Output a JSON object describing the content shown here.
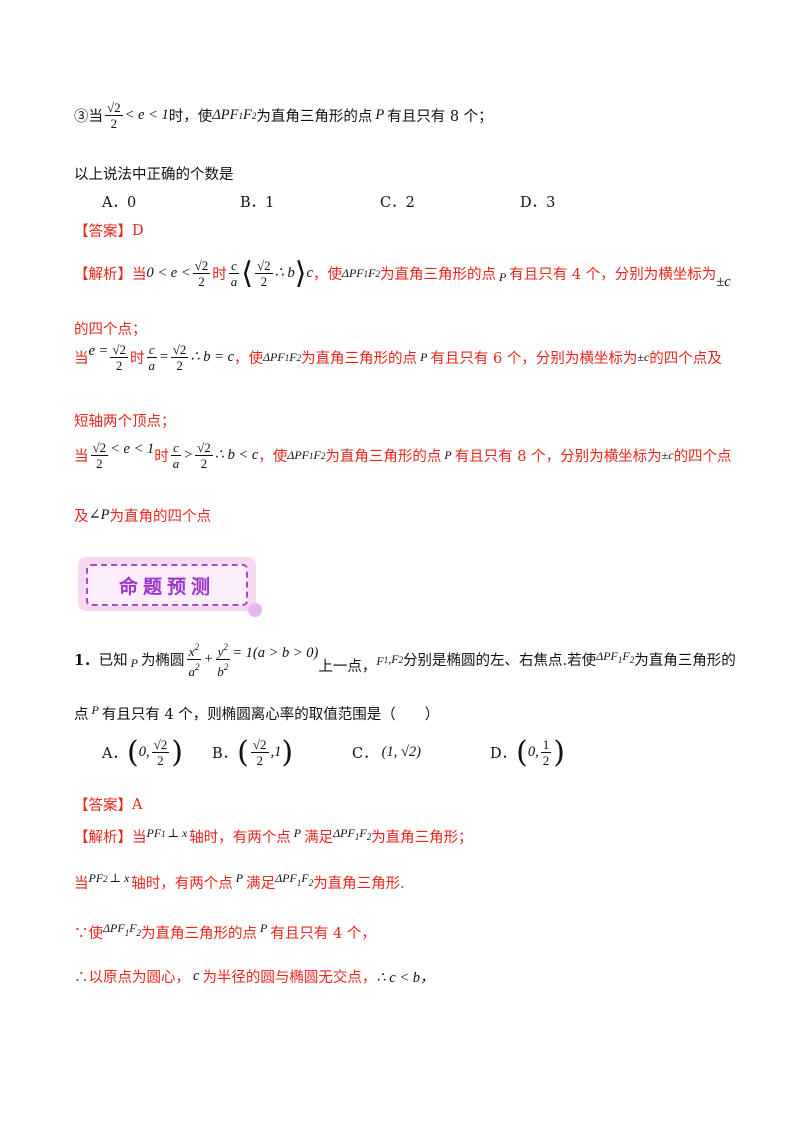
{
  "line1": {
    "circ": "③当",
    "frac_num": "√2",
    "frac_den": "2",
    "ineq": "< e < 1",
    "t1": "时，使",
    "tri": "ΔPF",
    "f1": "1",
    "f": "F",
    "f2": "2",
    "t2": "为直角三角形的点",
    "p": "P",
    "t3": "有且只有 8 个；"
  },
  "line2": {
    "text": "以上说法中正确的个数是"
  },
  "choices1": [
    {
      "label": "A．0"
    },
    {
      "label": "B．1"
    },
    {
      "label": "C．2"
    },
    {
      "label": "D．3"
    }
  ],
  "answer1": {
    "tag": "【答案】",
    "value": "D"
  },
  "analysis1": {
    "tag": "【解析】",
    "l1": {
      "a": "当",
      "b": "0 < e <",
      "num": "√2",
      "den": "2",
      "c": "时",
      "fc": "c",
      "fa": "a",
      "in_num": "√2",
      "in_den": "2",
      "therefore": "∴ b",
      "after": "c",
      "d": "，使",
      "tri": "ΔPF",
      "f1": "1",
      "f": "F",
      "f2": "2",
      "e": "为直角三角形的点",
      "p": "P",
      "g": "有且只有 4 个，分别为横坐标为",
      "pm": "±c"
    },
    "l2": {
      "text": "的四个点；"
    },
    "l3": {
      "a": "当",
      "e_eq": "e =",
      "num": "√2",
      "den": "2",
      "b": "时",
      "fc": "c",
      "fa": "a",
      "eq": "=",
      "num2": "√2",
      "den2": "2",
      "c": "∴ b = c",
      "d": "，使",
      "tri": "ΔPF",
      "f1": "1",
      "f": "F",
      "f2": "2",
      "e": "为直角三角形的点",
      "p": "P",
      "g": "有且只有 6 个，分别为横坐标为",
      "pm": "±c",
      "h": "的四个点及"
    },
    "l4": {
      "text": "短轴两个顶点；"
    },
    "l5": {
      "a": "当",
      "num": "√2",
      "den": "2",
      "ineq": "< e < 1",
      "b": "时",
      "fc": "c",
      "fa": "a",
      "gt": ">",
      "num2": "√2",
      "den2": "2",
      "c": "∴ b < c",
      "d": "，使",
      "tri": "ΔPF",
      "f1": "1",
      "f": "F",
      "f2": "2",
      "e": "为直角三角形的点",
      "p": "P",
      "g": "有且只有 8 个，分别为横坐标为",
      "pm": "±c",
      "h": "的四个点"
    },
    "l6": {
      "a": "及",
      "angle": "∠P",
      "b": "为直角的四个点"
    }
  },
  "banner": {
    "text": "命题预测"
  },
  "q1": {
    "num": "1．",
    "a": "已知",
    "p": "P",
    "b": "为椭圆",
    "x2": "x",
    "y2": "y",
    "sq": "2",
    "a2": "a",
    "b2": "b",
    "plus": "+",
    "eq": "= 1(a > b > 0)",
    "c": "上一点，",
    "foci": "F",
    "f1": "1",
    "comma": ",",
    "f2": "2",
    "d": "分别是椭圆的左、右焦点.若使",
    "tri": "ΔPF",
    "e": "为直角三角形的",
    "l2a": "点",
    "l2p": "P",
    "l2b": "有且只有 4 个，则椭圆离心率的取值范围是（　　）"
  },
  "choices2": {
    "A": {
      "label": "A．",
      "zero": "0,",
      "num": "√2",
      "den": "2"
    },
    "B": {
      "label": "B．",
      "num": "√2",
      "den": "2",
      "one": ",1"
    },
    "C": {
      "label": "C．",
      "val": "(1, √2)"
    },
    "D": {
      "label": "D．",
      "zero": "0,",
      "num": "1",
      "den": "2"
    }
  },
  "answer2": {
    "tag": "【答案】",
    "value": "A"
  },
  "analysis2": {
    "tag": "【解析】",
    "l1": {
      "a": "当",
      "pf": "PF",
      "one": "1",
      "perp": "⊥ x",
      "b": "轴时，有两个点",
      "p": "P",
      "c": "满足",
      "tri": "ΔPF",
      "f1": "1",
      "f": "F",
      "f2": "2",
      "d": "为直角三角形；"
    },
    "l2": {
      "a": "当",
      "pf": "PF",
      "two": "2",
      "perp": "⊥ x",
      "b": "轴时，有两个点",
      "p": "P",
      "c": "满足",
      "tri": "ΔPF",
      "f1": "1",
      "f": "F",
      "f2": "2",
      "d": "为直角三角形."
    },
    "l3": {
      "a": "∵使",
      "tri": "ΔPF",
      "f1": "1",
      "f": "F",
      "f2": "2",
      "b": "为直角三角形的点",
      "p": "P",
      "c": "有且只有 4 个，"
    },
    "l4": {
      "a": "∴以原点为圆心，",
      "c": "c",
      "b": "为半径的圆与椭圆无交点，",
      "d": "∴ c < b，"
    }
  }
}
